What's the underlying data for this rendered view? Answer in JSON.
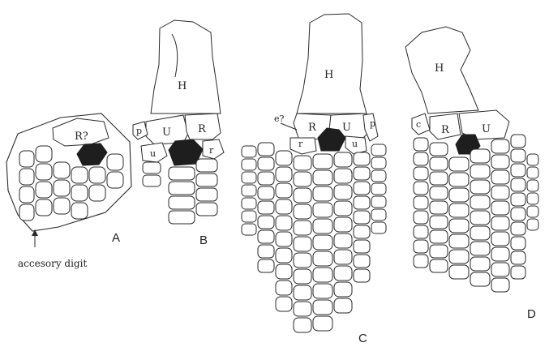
{
  "panels": {
    "A": {
      "letter": "A",
      "radiale": "R?",
      "annotation": "accesory digit"
    },
    "B": {
      "letter": "B",
      "humerus": "H",
      "ulna": "U",
      "radius": "R",
      "ulnare": "u",
      "radiale": "r",
      "pisiform": "p"
    },
    "C": {
      "letter": "C",
      "humerus": "H",
      "radius": "R",
      "ulna": "U",
      "radiale": "r",
      "ulnare": "u",
      "pisiform": "p",
      "extra": "e?"
    },
    "D": {
      "letter": "D",
      "humerus": "H",
      "radius": "R",
      "ulna": "U",
      "extra": "c"
    }
  },
  "colors": {
    "ink": "#2a2a2a",
    "dark_element": "#1e1e1e",
    "background": "#ffffff"
  }
}
